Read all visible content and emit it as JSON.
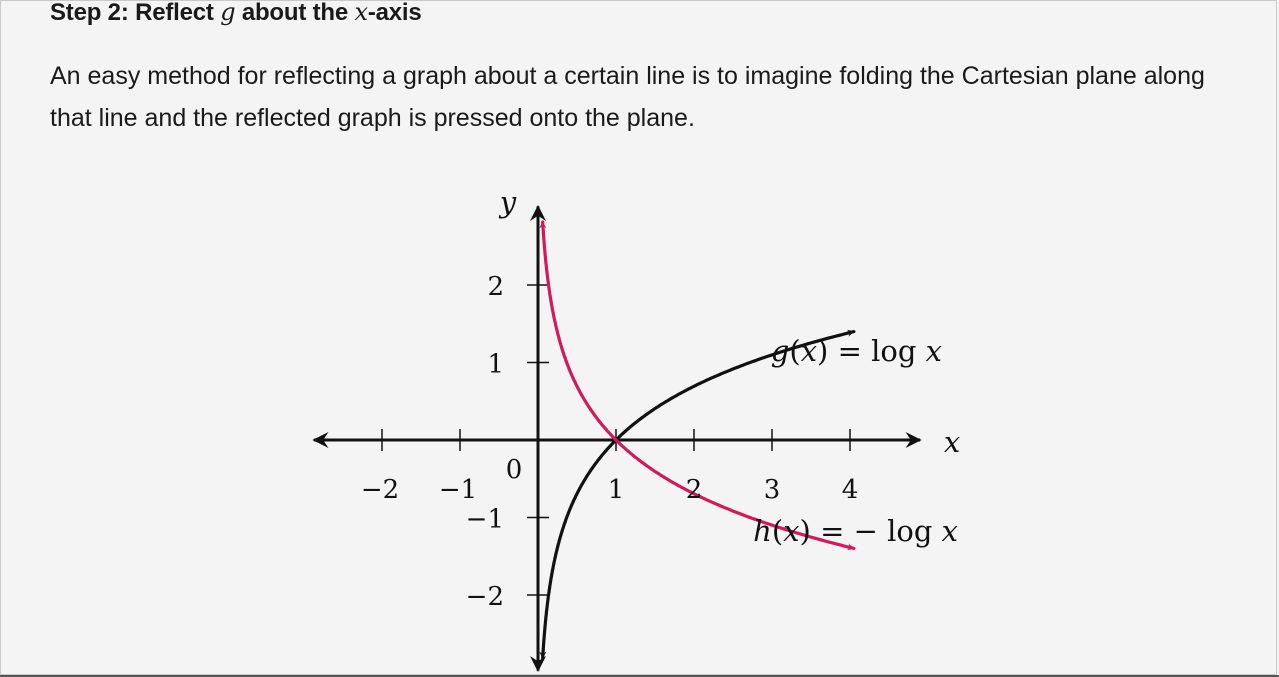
{
  "heading": {
    "prefix": "Step 2: Reflect ",
    "var_g": "g",
    "middle": " about the ",
    "var_x": "x",
    "suffix": "-axis"
  },
  "paragraph": "An easy method for reflecting a graph about a certain line is to imagine folding the Cartesian plane along that line and the reflected graph is pressed onto the plane.",
  "chart_data": {
    "type": "line",
    "xlabel": "x",
    "ylabel": "y",
    "xlim": [
      -2.9,
      4.9
    ],
    "ylim": [
      -2.95,
      2.95
    ],
    "x_ticks": [
      -2,
      -1,
      1,
      2,
      3,
      4
    ],
    "x_tick_labels": [
      "−2",
      "−1",
      "1",
      "2",
      "3",
      "4"
    ],
    "y_ticks": [
      -2,
      -1,
      1,
      2
    ],
    "y_tick_labels": [
      "−2",
      "−1",
      "1",
      "2"
    ],
    "origin_label": "0",
    "series": [
      {
        "name": "g(x) = log x",
        "color": "#111111",
        "function": "log",
        "x": [
          0.06,
          0.1,
          0.15,
          0.2,
          0.3,
          0.4,
          0.5,
          0.7,
          1,
          1.5,
          2,
          2.5,
          3,
          3.5,
          4.05
        ],
        "y": [
          -2.81,
          -2.3,
          -1.9,
          -1.61,
          -1.2,
          -0.92,
          -0.69,
          -0.36,
          0,
          0.41,
          0.69,
          0.92,
          1.1,
          1.25,
          1.4
        ]
      },
      {
        "name": "h(x) = − log x",
        "color": "#d11a5c",
        "function": "neglog",
        "x": [
          0.06,
          0.1,
          0.15,
          0.2,
          0.3,
          0.4,
          0.5,
          0.7,
          1,
          1.5,
          2,
          2.5,
          3,
          3.5,
          4.05
        ],
        "y": [
          2.81,
          2.3,
          1.9,
          1.61,
          1.2,
          0.92,
          0.69,
          0.36,
          0,
          -0.41,
          -0.69,
          -0.92,
          -1.1,
          -1.25,
          -1.4
        ]
      }
    ],
    "annotations": {
      "g_label": {
        "fn": "g",
        "arg": "(x)",
        "eq": " = log ",
        "var": "x"
      },
      "h_label": {
        "fn": "h",
        "arg": "(x)",
        "eq": " = − log ",
        "var": "x"
      }
    }
  }
}
